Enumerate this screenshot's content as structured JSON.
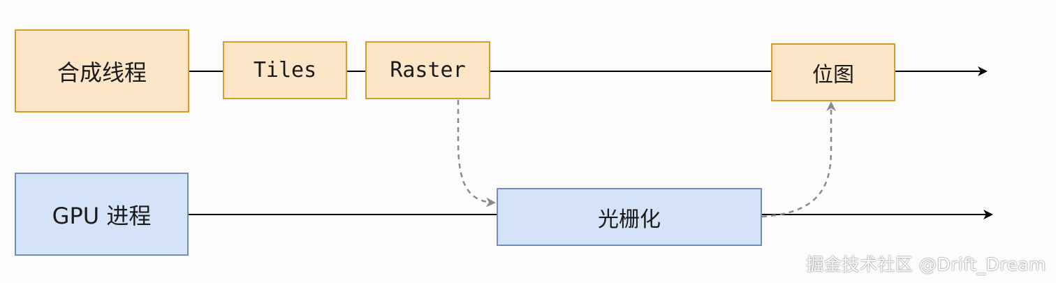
{
  "diagram": {
    "nodes": {
      "compositor_thread": "合成线程",
      "tiles": "Tiles",
      "raster": "Raster",
      "bitmap": "位图",
      "gpu_process": "GPU 进程",
      "rasterization": "光栅化"
    },
    "colors": {
      "orange_fill": "#fde5c7",
      "orange_border": "#d79b2a",
      "blue_fill": "#d5e3f8",
      "blue_border": "#6d8ebf",
      "dashed_arrow": "#8a8a8a",
      "line": "#000000"
    }
  },
  "watermark": "掘金技术社区 @Drift_Dream"
}
